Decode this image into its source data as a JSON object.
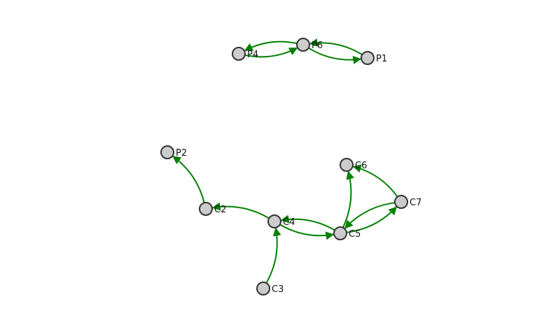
{
  "graph": {
    "edge_color": "#008000",
    "node_fill": "#cccccc",
    "node_stroke": "#333333",
    "nodes": [
      {
        "id": "P4",
        "label": "P4"
      },
      {
        "id": "P6",
        "label": "P6"
      },
      {
        "id": "P1",
        "label": "P1"
      },
      {
        "id": "P2",
        "label": "P2"
      },
      {
        "id": "C2",
        "label": "C2"
      },
      {
        "id": "C4",
        "label": "C4"
      },
      {
        "id": "C5",
        "label": "C5"
      },
      {
        "id": "C6",
        "label": "C6"
      },
      {
        "id": "C7",
        "label": "C7"
      },
      {
        "id": "C3",
        "label": "C3"
      }
    ],
    "edges": [
      {
        "from": "P4",
        "to": "P6"
      },
      {
        "from": "P6",
        "to": "P4"
      },
      {
        "from": "P6",
        "to": "P1"
      },
      {
        "from": "P1",
        "to": "P6"
      },
      {
        "from": "C2",
        "to": "P2"
      },
      {
        "from": "C4",
        "to": "C2"
      },
      {
        "from": "C4",
        "to": "C5"
      },
      {
        "from": "C5",
        "to": "C4"
      },
      {
        "from": "C3",
        "to": "C4"
      },
      {
        "from": "C5",
        "to": "C6"
      },
      {
        "from": "C5",
        "to": "C7"
      },
      {
        "from": "C7",
        "to": "C6"
      },
      {
        "from": "C7",
        "to": "C5"
      }
    ]
  }
}
